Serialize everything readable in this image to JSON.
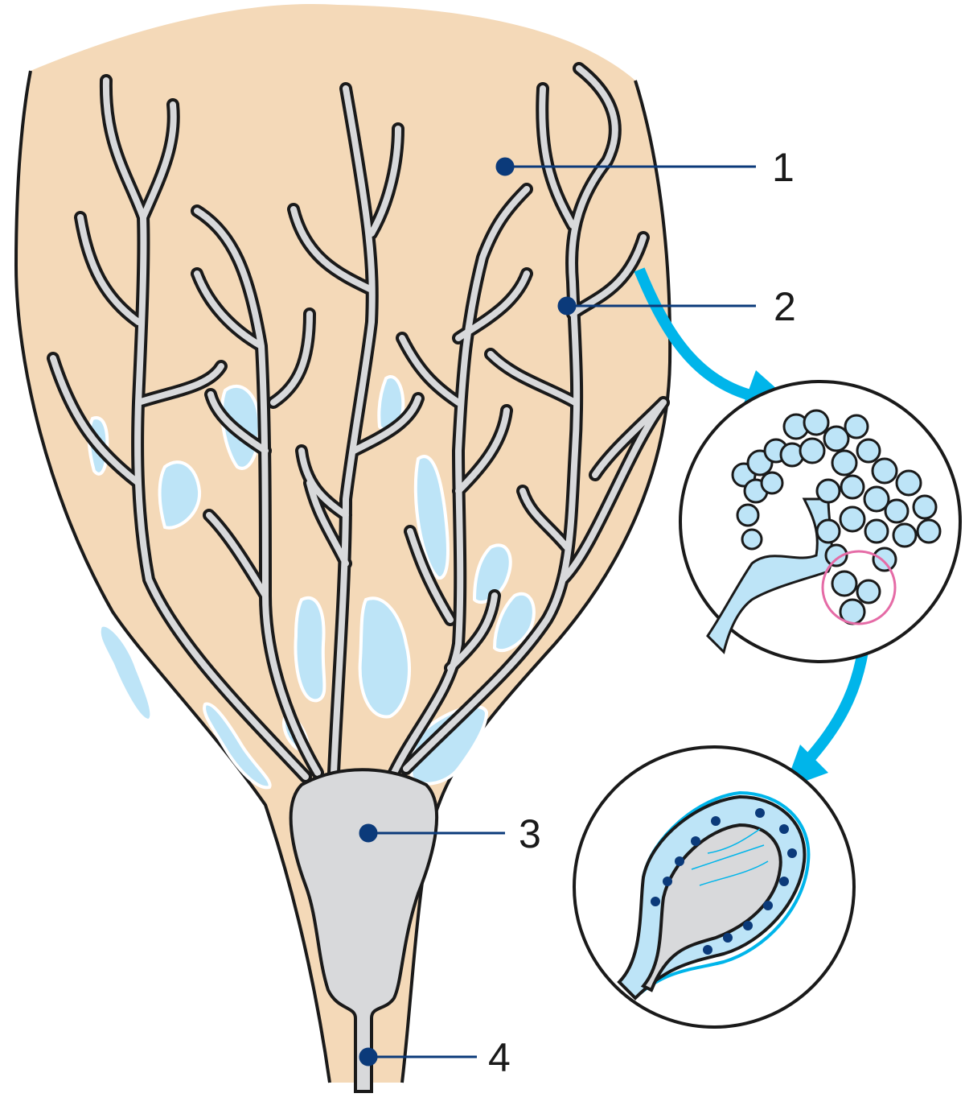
{
  "labels": [
    {
      "id": "1",
      "text": "1"
    },
    {
      "id": "2",
      "text": "2"
    },
    {
      "id": "3",
      "text": "3"
    },
    {
      "id": "4",
      "text": "4"
    }
  ],
  "colors": {
    "tissue": "#F4D9B8",
    "duct": "#D8D9DB",
    "fat": "#BDE4F7",
    "arrow": "#00B5EA",
    "marker": "#0B3A7A",
    "highlight": "#E56BA6",
    "outline": "#1a1a1a"
  }
}
